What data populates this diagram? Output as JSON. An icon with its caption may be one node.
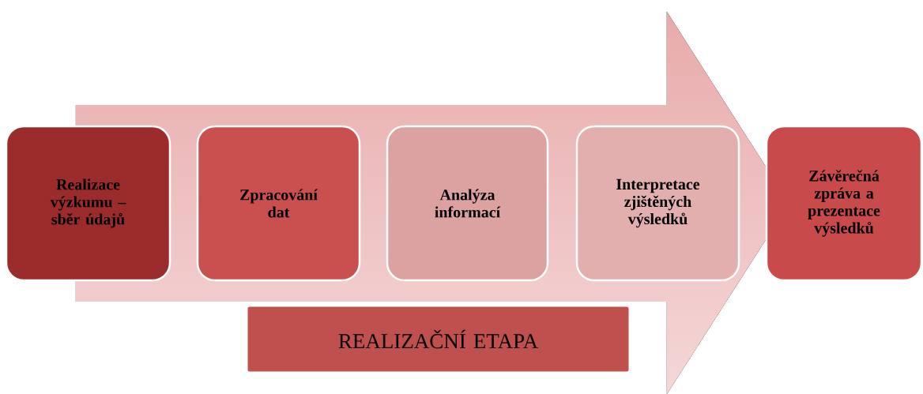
{
  "diagram": {
    "nodes": [
      {
        "text": [
          "Realizace výzkumu – sběr údajů"
        ]
      },
      {
        "text": [
          "Zpracování dat"
        ]
      },
      {
        "text": [
          "Analýza informací"
        ]
      },
      {
        "text": [
          "Interpretace zjištěných výsledků"
        ]
      },
      {
        "text": [
          "Závěrečná zpráva a prezentace výsledků"
        ]
      },
      {
        "text": [
          "REALIZAČNÍ ETAPA"
        ]
      }
    ],
    "edges": [
      {
        "from": 0,
        "to": 4,
        "arrow": "to"
      }
    ]
  }
}
